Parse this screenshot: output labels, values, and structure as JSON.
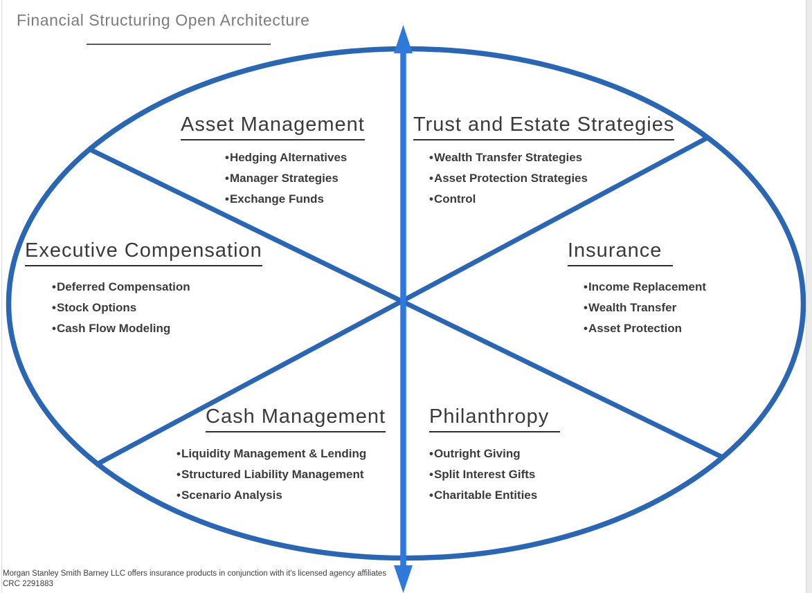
{
  "page": {
    "title": "Financial Structuring Open Architecture",
    "footnote_line1": "Morgan Stanley Smith Barney LLC offers insurance products in conjunction with it's licensed agency affiliates",
    "footnote_line2": "CRC 2291883"
  },
  "diagram": {
    "type": "ellipse-sector-diagram",
    "colors": {
      "ellipse_stroke": "#2b66b2",
      "divider_stroke": "#2b66b2",
      "arrow": "#3079dc",
      "heading_text": "#3a3a3a",
      "bullet_text": "#3b3b3b",
      "title_text": "#7c7c7c"
    },
    "sections": [
      {
        "id": "asset-management",
        "heading": "Asset Management",
        "items": [
          "Hedging Alternatives",
          "Manager Strategies",
          "Exchange Funds"
        ]
      },
      {
        "id": "trust-and-estate-strategies",
        "heading": "Trust and Estate Strategies",
        "items": [
          "Wealth Transfer Strategies",
          "Asset Protection Strategies",
          "Control"
        ]
      },
      {
        "id": "executive-compensation",
        "heading": "Executive Compensation",
        "items": [
          "Deferred Compensation",
          "Stock Options",
          "Cash Flow Modeling"
        ]
      },
      {
        "id": "insurance",
        "heading": "Insurance",
        "items": [
          "Income Replacement",
          "Wealth Transfer",
          "Asset Protection"
        ]
      },
      {
        "id": "cash-management",
        "heading": "Cash Management",
        "items": [
          "Liquidity Management & Lending",
          "Structured Liability Management",
          "Scenario Analysis"
        ]
      },
      {
        "id": "philanthropy",
        "heading": "Philanthropy",
        "items": [
          "Outright Giving",
          "Split Interest Gifts",
          "Charitable Entities"
        ]
      }
    ]
  }
}
